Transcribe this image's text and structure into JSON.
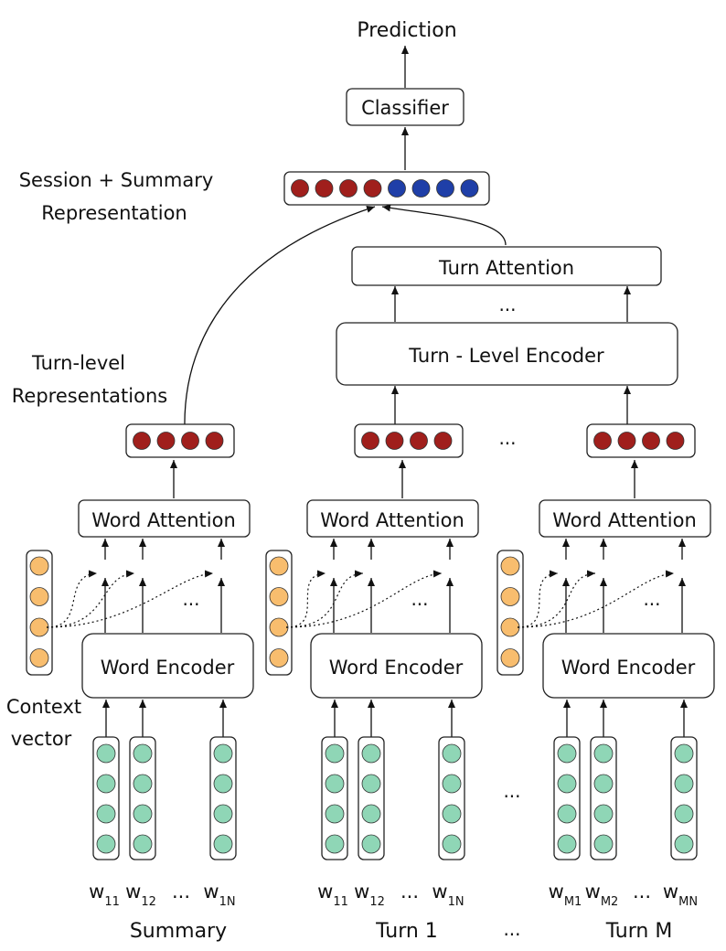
{
  "colors": {
    "red_node": "#a01f1c",
    "blue_node": "#1f3fa8",
    "orange_node": "#f8bd6e",
    "green_node": "#8fd6b6"
  },
  "top": {
    "prediction": "Prediction",
    "classifier": "Classifier",
    "session_label_line1": "Session + Summary",
    "session_label_line2": "Representation"
  },
  "turn": {
    "attention": "Turn Attention",
    "encoder": "Turn - Level Encoder",
    "mid_ellipsis": "...",
    "label_line1": "Turn-level",
    "label_line2": "Representations"
  },
  "word": {
    "attention": "Word Attention",
    "encoder": "Word Encoder",
    "context_line1": "Context",
    "context_line2": "vector",
    "ellipsis": "..."
  },
  "columns": [
    {
      "name": "Summary",
      "tokens": [
        {
          "base": "w",
          "sub": "11"
        },
        {
          "base": "w",
          "sub": "12"
        },
        {
          "base": "...",
          "sub": ""
        },
        {
          "base": "w",
          "sub": "1N"
        }
      ]
    },
    {
      "name": "Turn 1",
      "tokens": [
        {
          "base": "w",
          "sub": "11"
        },
        {
          "base": "w",
          "sub": "12"
        },
        {
          "base": "...",
          "sub": ""
        },
        {
          "base": "w",
          "sub": "1N"
        }
      ]
    },
    {
      "name": "Turn M",
      "tokens": [
        {
          "base": "w",
          "sub": "M1"
        },
        {
          "base": "w",
          "sub": "M2"
        },
        {
          "base": "...",
          "sub": ""
        },
        {
          "base": "w",
          "sub": "MN"
        }
      ]
    }
  ],
  "between_columns_ellipsis": "..."
}
